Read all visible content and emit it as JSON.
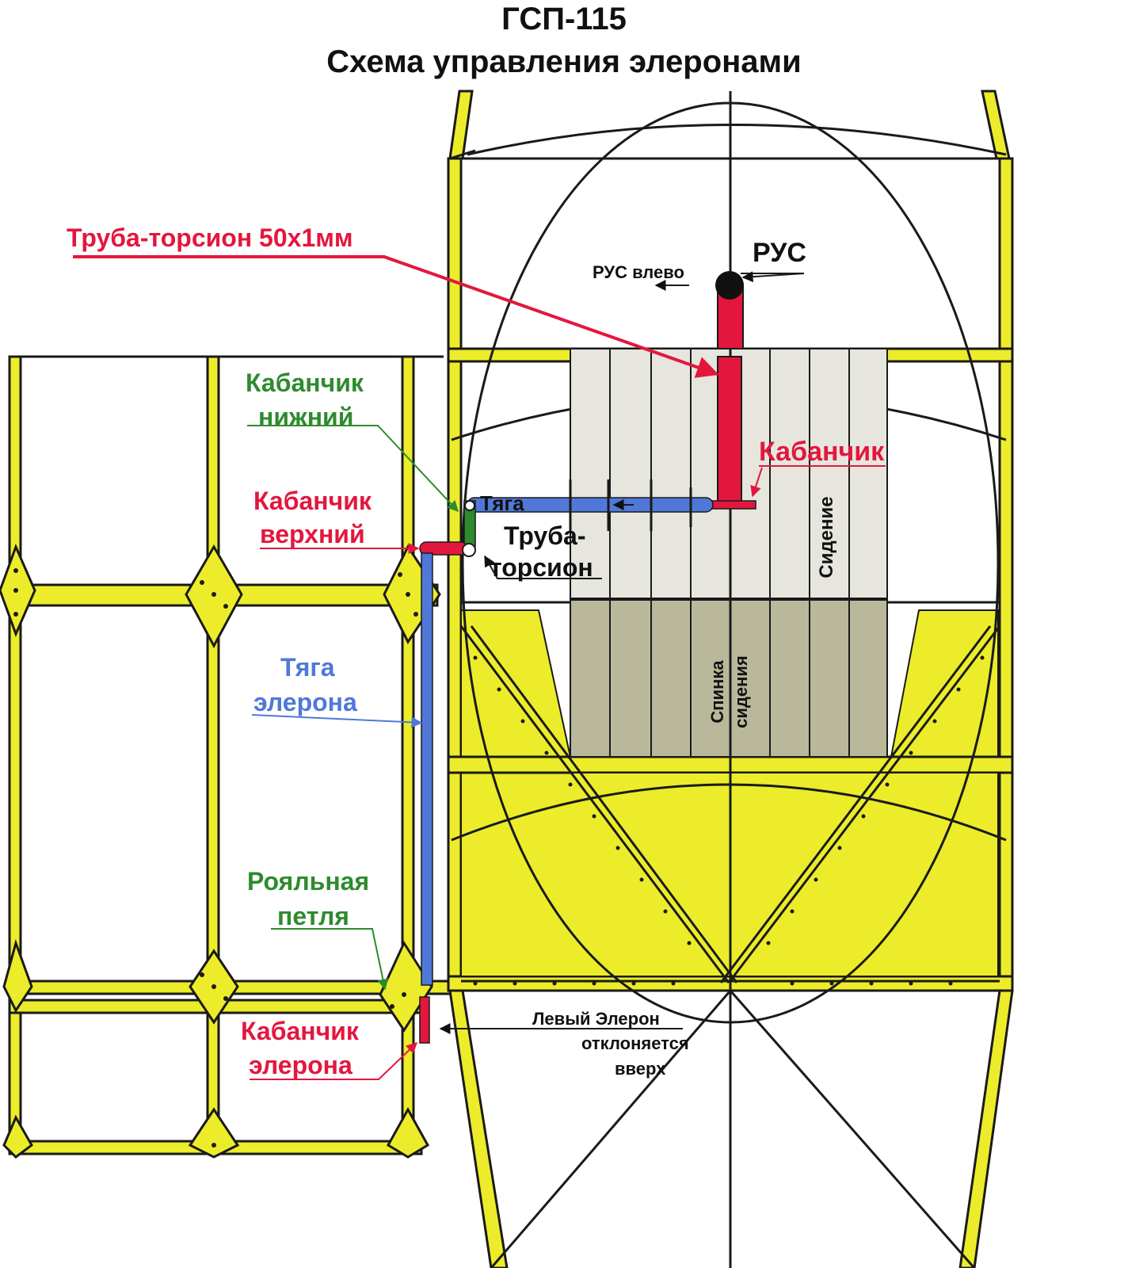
{
  "title": "ГСП-115",
  "subtitle": "Схема управления элеронами",
  "labels": {
    "torsion_tube": "Труба-торсион 50х1мм",
    "rus": "РУС",
    "rus_left": "РУС влево",
    "lower_horn_1": "Кабанчик",
    "lower_horn_2": "нижний",
    "upper_horn_1": "Кабанчик",
    "upper_horn_2": "верхний",
    "horn": "Кабанчик",
    "rod": "Тяга",
    "tube_1": "Труба-",
    "tube_2": "торсион",
    "seat": "Сидение",
    "seat_back_1": "Спинка",
    "seat_back_2": "сидения",
    "aileron_rod_1": "Тяга",
    "aileron_rod_2": "элерона",
    "piano_hinge_1": "Рояльная",
    "piano_hinge_2": "петля",
    "aileron_horn_1": "Кабанчик",
    "aileron_horn_2": "элерона",
    "note_1": "Левый Элерон",
    "note_2": "отклоняется",
    "note_3": "вверх"
  },
  "colors": {
    "frame": "#ecec2a",
    "outline": "#1a1a1a",
    "torsion": "#e3173e",
    "rod": "#4f78d8",
    "lower_horn": "#2e8b2e",
    "seat": "#e6e6de",
    "seat_back": "#b9b89b"
  }
}
